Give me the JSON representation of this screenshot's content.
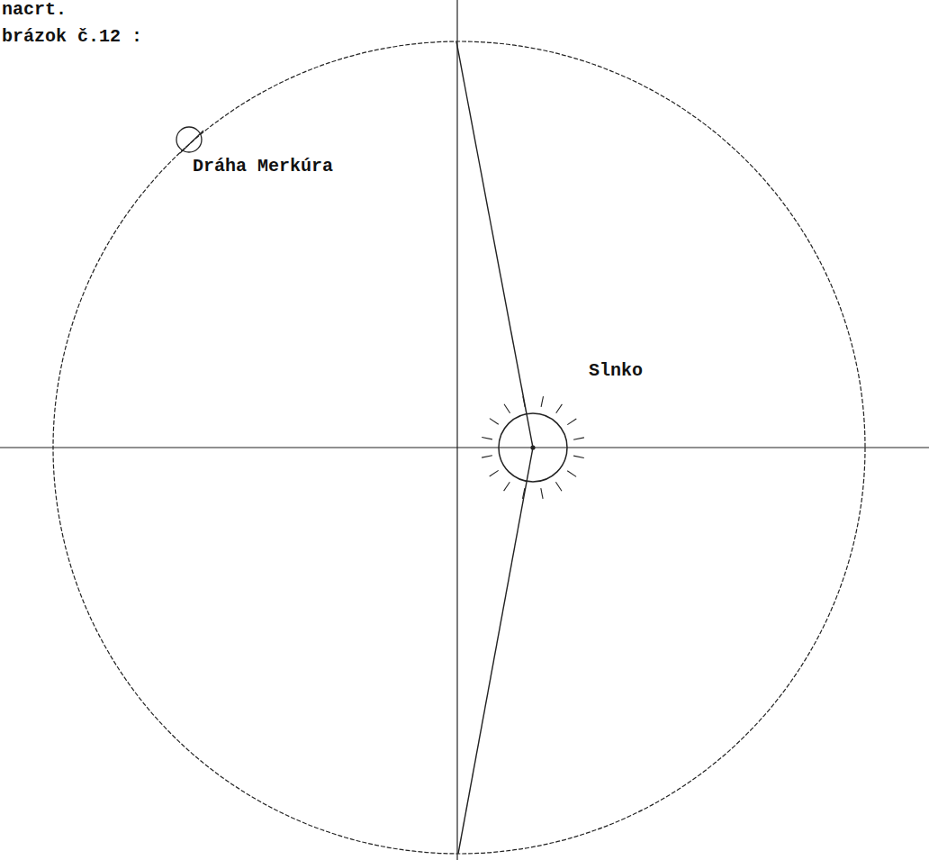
{
  "diagram": {
    "labels": [
      "nacrt.",
      "brázok č.12 :",
      "Dráha Merkúra",
      "Slnko"
    ]
  }
}
